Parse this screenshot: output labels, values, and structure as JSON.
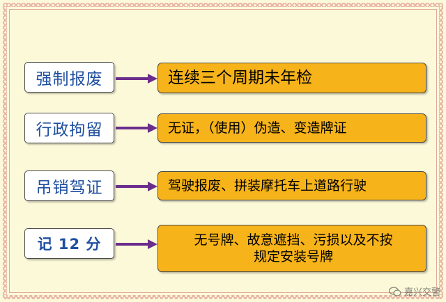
{
  "colors": {
    "background": "#fbf9d8",
    "label_text": "#1f4fa0",
    "rule_fill": "#f7b31a",
    "arrow": "#6b2d8c"
  },
  "rows": [
    {
      "penalty": "强制报废",
      "rule": "连续三个周期未年检"
    },
    {
      "penalty": "行政拘留",
      "rule": "无证，（使用）伪造、变造牌证"
    },
    {
      "penalty": "吊销驾证",
      "rule": "驾驶报废、拼装摩托车上道路行驶"
    },
    {
      "penalty": "记 12 分",
      "rule_line1": "无号牌、故意遮挡、污损以及不按",
      "rule_line2": "规定安装号牌"
    }
  ],
  "watermark": {
    "text": "嘉兴交警",
    "icon": "wechat-icon"
  }
}
